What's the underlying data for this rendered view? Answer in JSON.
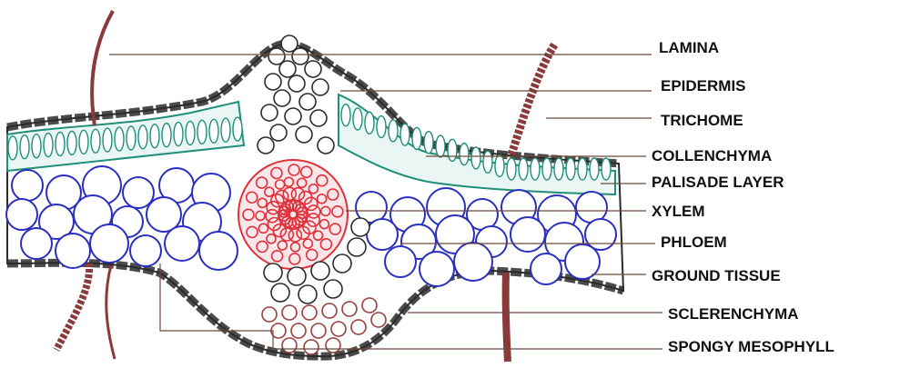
{
  "labels": {
    "lamina": "LAMINA",
    "epidermis": "EPIDERMIS",
    "trichome": "TRICHOME",
    "collenchyma": "COLLENCHYMA",
    "palisade_layer": "PALISADE LAYER",
    "xylem": "XYLEM",
    "phloem": "PHLOEM",
    "ground_tissue": "GROUND TISSUE",
    "sclerenchyma": "SCLERENCHYMA",
    "spongy_mesophyll": "SPONGY MESOPHYLL"
  },
  "colors": {
    "outline": "#2b2b2b",
    "palisade": "#1f8f7a",
    "mesophyll": "#2a2fbf",
    "xylem": "#e0313b",
    "sclerenchyma": "#9b3d3d",
    "trichome": "#8a3a3a",
    "leader": "#6b4a3a"
  }
}
